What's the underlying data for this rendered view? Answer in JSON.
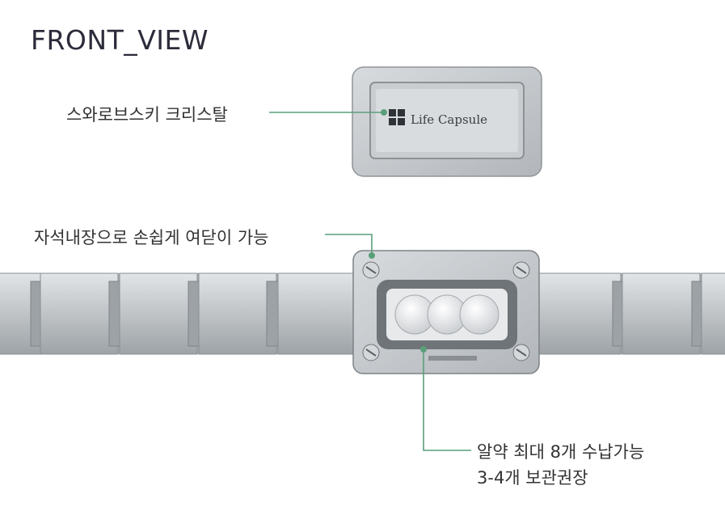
{
  "header": {
    "title": "FRONT_VIEW"
  },
  "plate": {
    "brand_text": "Life Capsule"
  },
  "callouts": {
    "crystal": "스와로브스키 크리스탈",
    "magnet": "자석내장으로 손쉽게 여닫이 가능",
    "capacity_line1": "알약 최대 8개 수납가능",
    "capacity_line2": "3-4개 보관권장"
  },
  "colors": {
    "leader_line": "#5a9f7a",
    "steel": "#bfc3c6"
  }
}
